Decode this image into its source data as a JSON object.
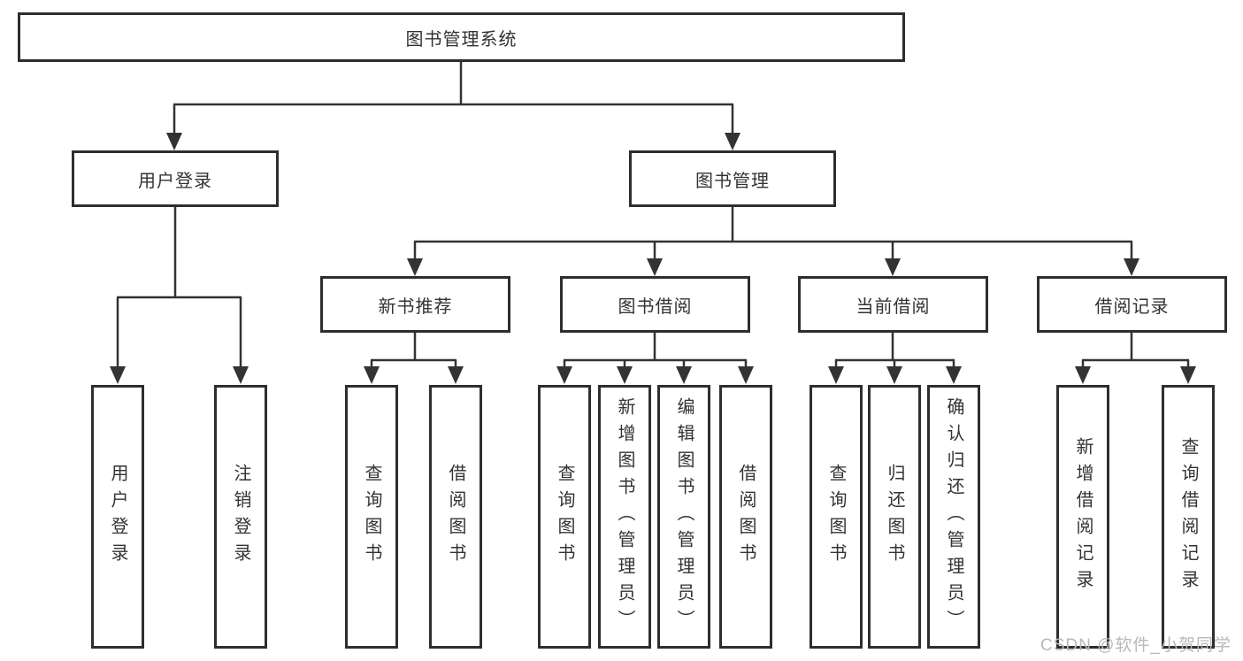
{
  "tree": {
    "root": {
      "label": "图书管理系统",
      "children": [
        {
          "label": "用户登录",
          "children": [
            "用户登录",
            "注销登录"
          ]
        },
        {
          "label": "图书管理",
          "children": [
            {
              "label": "新书推荐",
              "children": [
                "查询图书",
                "借阅图书"
              ]
            },
            {
              "label": "图书借阅",
              "children": [
                "查询图书",
                "新增图书（管理员）",
                "编辑图书（管理员）",
                "借阅图书"
              ]
            },
            {
              "label": "当前借阅",
              "children": [
                "查询图书",
                "归还图书",
                "确认归还（管理员）"
              ]
            },
            {
              "label": "借阅记录",
              "children": [
                "新增借阅记录",
                "查询借阅记录"
              ]
            }
          ]
        }
      ]
    }
  },
  "watermark": "CSDN @软件_小贺同学",
  "colors": {
    "line": "#333333",
    "box_border": "#2e2e2e",
    "text": "#333333",
    "watermark": "#b9b9b9",
    "background": "#ffffff"
  }
}
